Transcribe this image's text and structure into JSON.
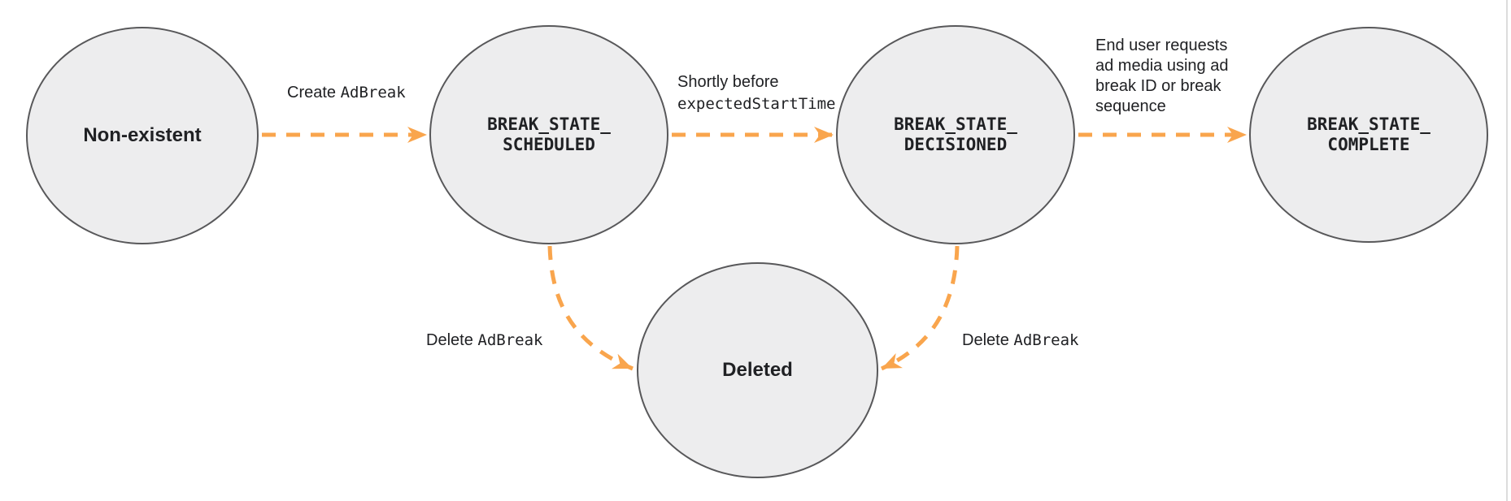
{
  "colors": {
    "arrow_orange": "#F9A54D",
    "node_fill": "#EDEDEE",
    "node_border": "#58585A",
    "text": "#202124"
  },
  "nodes": [
    {
      "id": "non-existent",
      "label": "Non-existent"
    },
    {
      "id": "break-state-scheduled",
      "label": "BREAK_STATE_\nSCHEDULED"
    },
    {
      "id": "break-state-decisioned",
      "label": "BREAK_STATE_\nDECISIONED"
    },
    {
      "id": "break-state-complete",
      "label": "BREAK_STATE_\nCOMPLETE"
    },
    {
      "id": "deleted",
      "label": "Deleted"
    }
  ],
  "edges": [
    {
      "id": "create-adbreak",
      "from": "non-existent",
      "to": "break-state-scheduled",
      "label_segments": [
        {
          "t": "Create ",
          "mono": false
        },
        {
          "t": "AdBreak",
          "mono": true
        }
      ]
    },
    {
      "id": "shortly-before-expected-start-time",
      "from": "break-state-scheduled",
      "to": "break-state-decisioned",
      "label_segments": [
        {
          "t": "Shortly before",
          "mono": false
        },
        {
          "t": "expectedStartTime",
          "mono": true,
          "nl": true
        }
      ]
    },
    {
      "id": "end-user-requests-ad-media",
      "from": "break-state-decisioned",
      "to": "break-state-complete",
      "label_segments": [
        {
          "t": "End user requests",
          "mono": false
        },
        {
          "t": "ad media using ad",
          "mono": false,
          "nl": true
        },
        {
          "t": "break ID or break",
          "mono": false,
          "nl": true
        },
        {
          "t": "sequence",
          "mono": false,
          "nl": true
        }
      ]
    },
    {
      "id": "delete-adbreak-from-scheduled",
      "from": "break-state-scheduled",
      "to": "deleted",
      "label_segments": [
        {
          "t": "Delete ",
          "mono": false
        },
        {
          "t": "AdBreak",
          "mono": true
        }
      ]
    },
    {
      "id": "delete-adbreak-from-decisioned",
      "from": "break-state-decisioned",
      "to": "deleted",
      "label_segments": [
        {
          "t": "Delete ",
          "mono": false
        },
        {
          "t": "AdBreak",
          "mono": true
        }
      ]
    }
  ]
}
